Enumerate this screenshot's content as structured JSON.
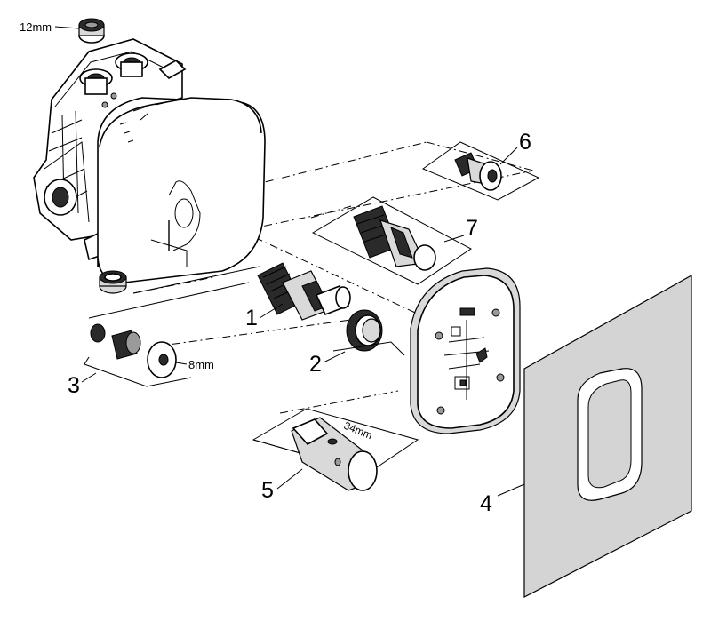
{
  "callouts": {
    "c1": "1",
    "c2": "2",
    "c3": "3",
    "c4": "4",
    "c5": "5",
    "c6": "6",
    "c7": "7"
  },
  "dimensions": {
    "plug_size": "12mm",
    "screw_size": "8mm",
    "wrench_size": "34mm"
  }
}
